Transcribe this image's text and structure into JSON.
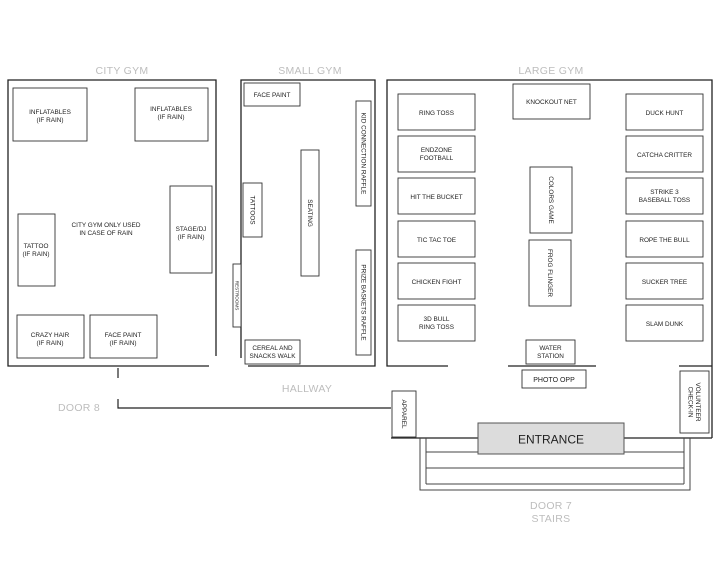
{
  "zones": {
    "city_gym": "CITY GYM",
    "small_gym": "SMALL GYM",
    "large_gym": "LARGE GYM",
    "hallway": "HALLWAY",
    "door8": "DOOR 8",
    "door7": [
      "DOOR 7",
      "STAIRS"
    ]
  },
  "city_gym": {
    "inflatables_left": [
      "INFLATABLES",
      "(IF RAIN)"
    ],
    "inflatables_right": [
      "INFLATABLES",
      "(IF RAIN)"
    ],
    "note": [
      "CITY GYM ONLY USED",
      "IN CASE OF RAIN"
    ],
    "tattoo": [
      "TATTOO",
      "(IF RAIN)"
    ],
    "stage": [
      "STAGE/DJ",
      "(IF RAIN)"
    ],
    "crazy_hair": [
      "CRAZY HAIR",
      "(IF RAIN)"
    ],
    "face_paint": [
      "FACE PAINT",
      "(IF RAIN)"
    ]
  },
  "small_gym": {
    "face_paint": "FACE PAINT",
    "kid_raffle": "KID CONNECTION RAFFLE",
    "seating": "SEATING",
    "tattoos": "TATTOOS",
    "restrooms": "RESTROOMS",
    "prize_raffle": "PRIZE BASKETS RAFFLE",
    "cereal": [
      "CEREAL AND",
      "SNACKS WALK"
    ]
  },
  "large_gym": {
    "left_column": [
      [
        "RING TOSS"
      ],
      [
        "ENDZONE",
        "FOOTBALL"
      ],
      [
        "HIT THE BUCKET"
      ],
      [
        "TIC TAC TOE"
      ],
      [
        "CHICKEN FIGHT"
      ],
      [
        "3D BULL",
        "RING TOSS"
      ]
    ],
    "right_column": [
      [
        "DUCK HUNT"
      ],
      [
        "CATCHA CRITTER"
      ],
      [
        "STRIKE 3",
        "BASEBALL TOSS"
      ],
      [
        "ROPE THE BULL"
      ],
      [
        "SUCKER TREE"
      ],
      [
        "SLAM DUNK"
      ]
    ],
    "knockout_net": "KNOCKOUT NET",
    "colors_game": "COLORS GAME",
    "frog_flinger": "FROG FLINGER",
    "water_station": [
      "WATER",
      "STATION"
    ]
  },
  "photo_opp": "PHOTO OPP",
  "apparel": "APPAREL",
  "volunteer": [
    "VOLUNTEER",
    "CHECK-IN"
  ],
  "entrance": "ENTRANCE"
}
